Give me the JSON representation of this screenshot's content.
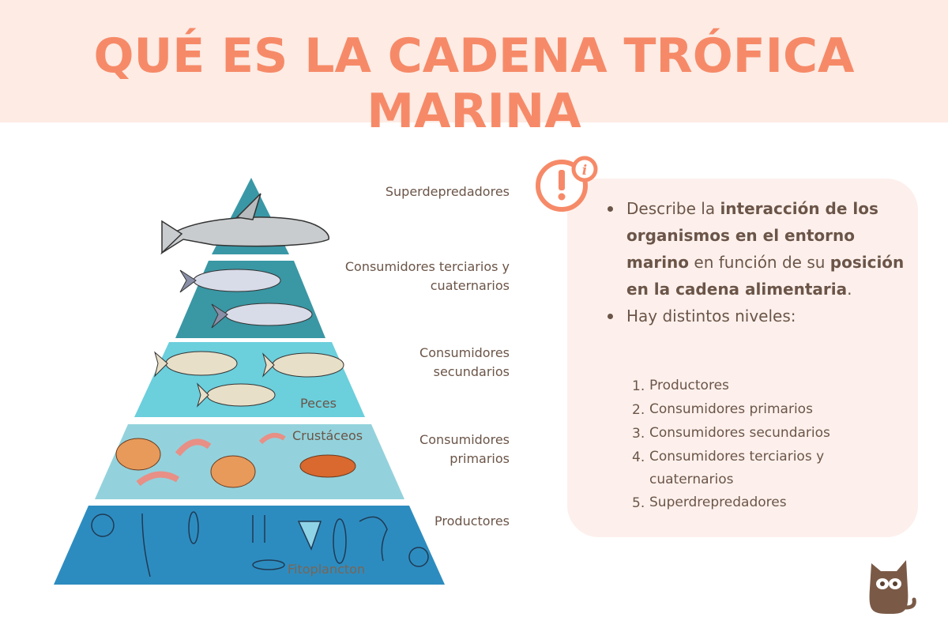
{
  "header": {
    "title": "QUÉ ES LA CADENA TRÓFICA MARINA"
  },
  "colors": {
    "title": "#f68a68",
    "header_bg": "#fdebe4",
    "panel_bg": "#fdf0ec",
    "text": "#6b5548"
  },
  "pyramid": {
    "levels": [
      {
        "label": "Superdepredadores"
      },
      {
        "label": "Consumidores terciarios y cuaternarios"
      },
      {
        "label": "Consumidores secundarios",
        "inner_label": "Peces"
      },
      {
        "label": "Consumidores primarios",
        "inner_label": "Crustáceos"
      },
      {
        "label": "Productores",
        "inner_label": "Fitoplancton"
      }
    ]
  },
  "info": {
    "icon": "exclamation-info-icon",
    "bullet1": {
      "t1": "Describe la ",
      "b1": "interacción de los organismos en el entorno marino",
      "t2": " en función de su ",
      "b2": "posición en la cadena alimentaria",
      "t3": "."
    },
    "bullet2": "Hay distintos niveles:",
    "levels": [
      {
        "n": "1.",
        "t": "Productores"
      },
      {
        "n": "2.",
        "t": "Consumidores primarios"
      },
      {
        "n": "3.",
        "t": "Consumidores secundarios"
      },
      {
        "n": "4.",
        "t": "Consumidores terciarios y cuaternarios"
      },
      {
        "n": "5.",
        "t": "Superdrepredadores"
      }
    ]
  },
  "logo": {
    "icon": "cat-logo-icon"
  }
}
